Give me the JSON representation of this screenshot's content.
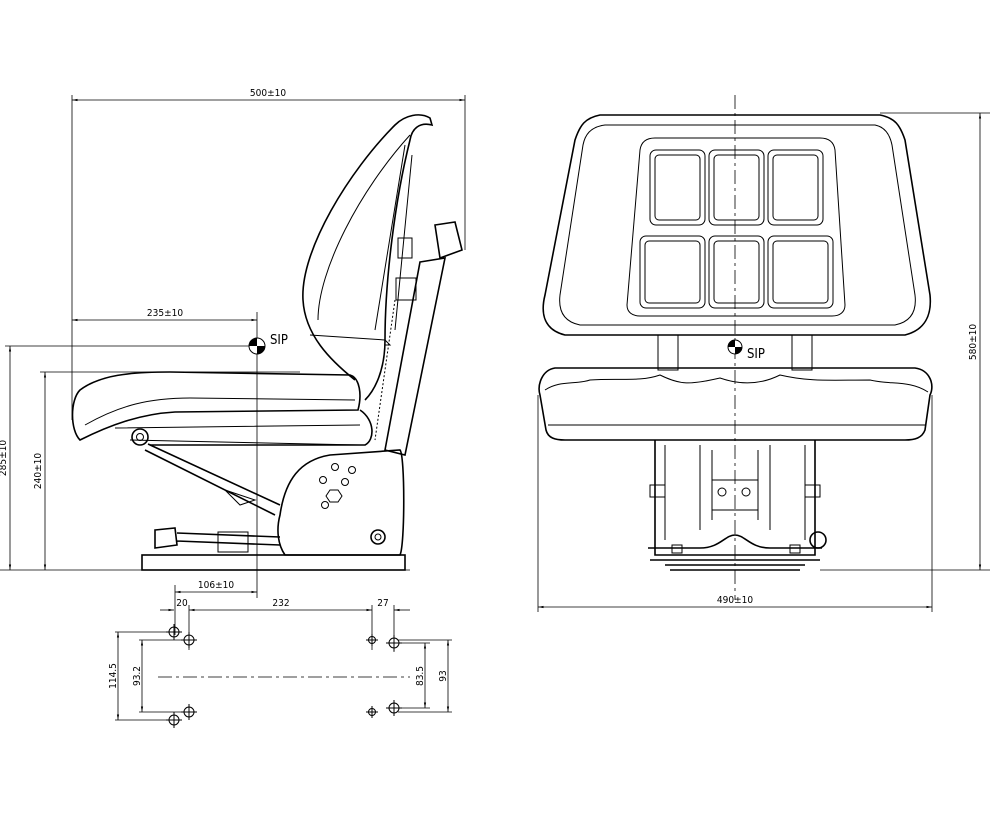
{
  "side_view": {
    "dims": {
      "overall_depth": "500±10",
      "sip_from_front": "235±10",
      "sip_height": "285±10",
      "seat_height": "240±10",
      "sip_from_mount": "106±10"
    },
    "sip_label": "SIP"
  },
  "mounting_pattern": {
    "offset_left": "20",
    "hole_span": "232",
    "offset_right": "27",
    "outer_left_height": "114.5",
    "inner_left_height": "93.2",
    "inner_right_height": "83.5",
    "outer_right_height": "93"
  },
  "front_view": {
    "dims": {
      "overall_height": "580±10",
      "overall_width": "490±10"
    },
    "sip_label": "SIP"
  }
}
